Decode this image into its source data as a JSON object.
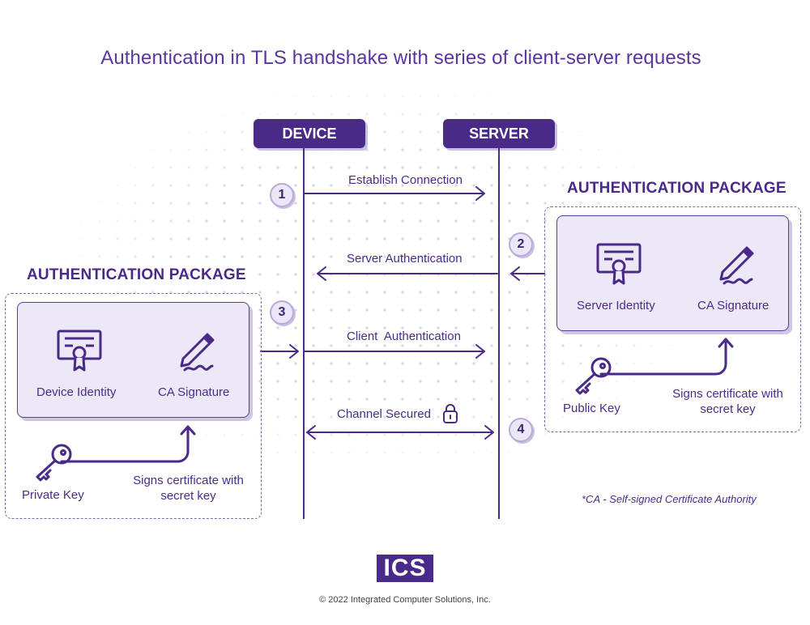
{
  "title": "Authentication in TLS handshake with series of client-server requests",
  "lanes": {
    "device": "DEVICE",
    "server": "SERVER"
  },
  "steps": [
    {
      "number": "1",
      "label": "Establish Connection"
    },
    {
      "number": "2",
      "label": "Server Authentication"
    },
    {
      "number": "3",
      "label": "Client  Authentication"
    },
    {
      "number": "4",
      "label": "Channel Secured"
    }
  ],
  "server_package": {
    "title": "AUTHENTICATION PACKAGE",
    "identity": "Server Identity",
    "signature": "CA Signature",
    "key": "Public Key",
    "signs_note": "Signs certificate with secret key"
  },
  "device_package": {
    "title": "AUTHENTICATION PACKAGE",
    "identity": "Device Identity",
    "signature": "CA Signature",
    "key": "Private Key",
    "signs_note": "Signs certificate with secret key"
  },
  "footnote": "*CA  - Self-signed Certificate Authority",
  "logo": "ICS",
  "copyright": "© 2022 Integrated Computer Solutions, Inc.",
  "colors": {
    "primary": "#4a2a88",
    "card_bg": "#ece8f8",
    "text": "#4b2c8c"
  },
  "icons": [
    "certificate-icon",
    "pen-signature-icon",
    "key-icon",
    "lock-icon"
  ]
}
